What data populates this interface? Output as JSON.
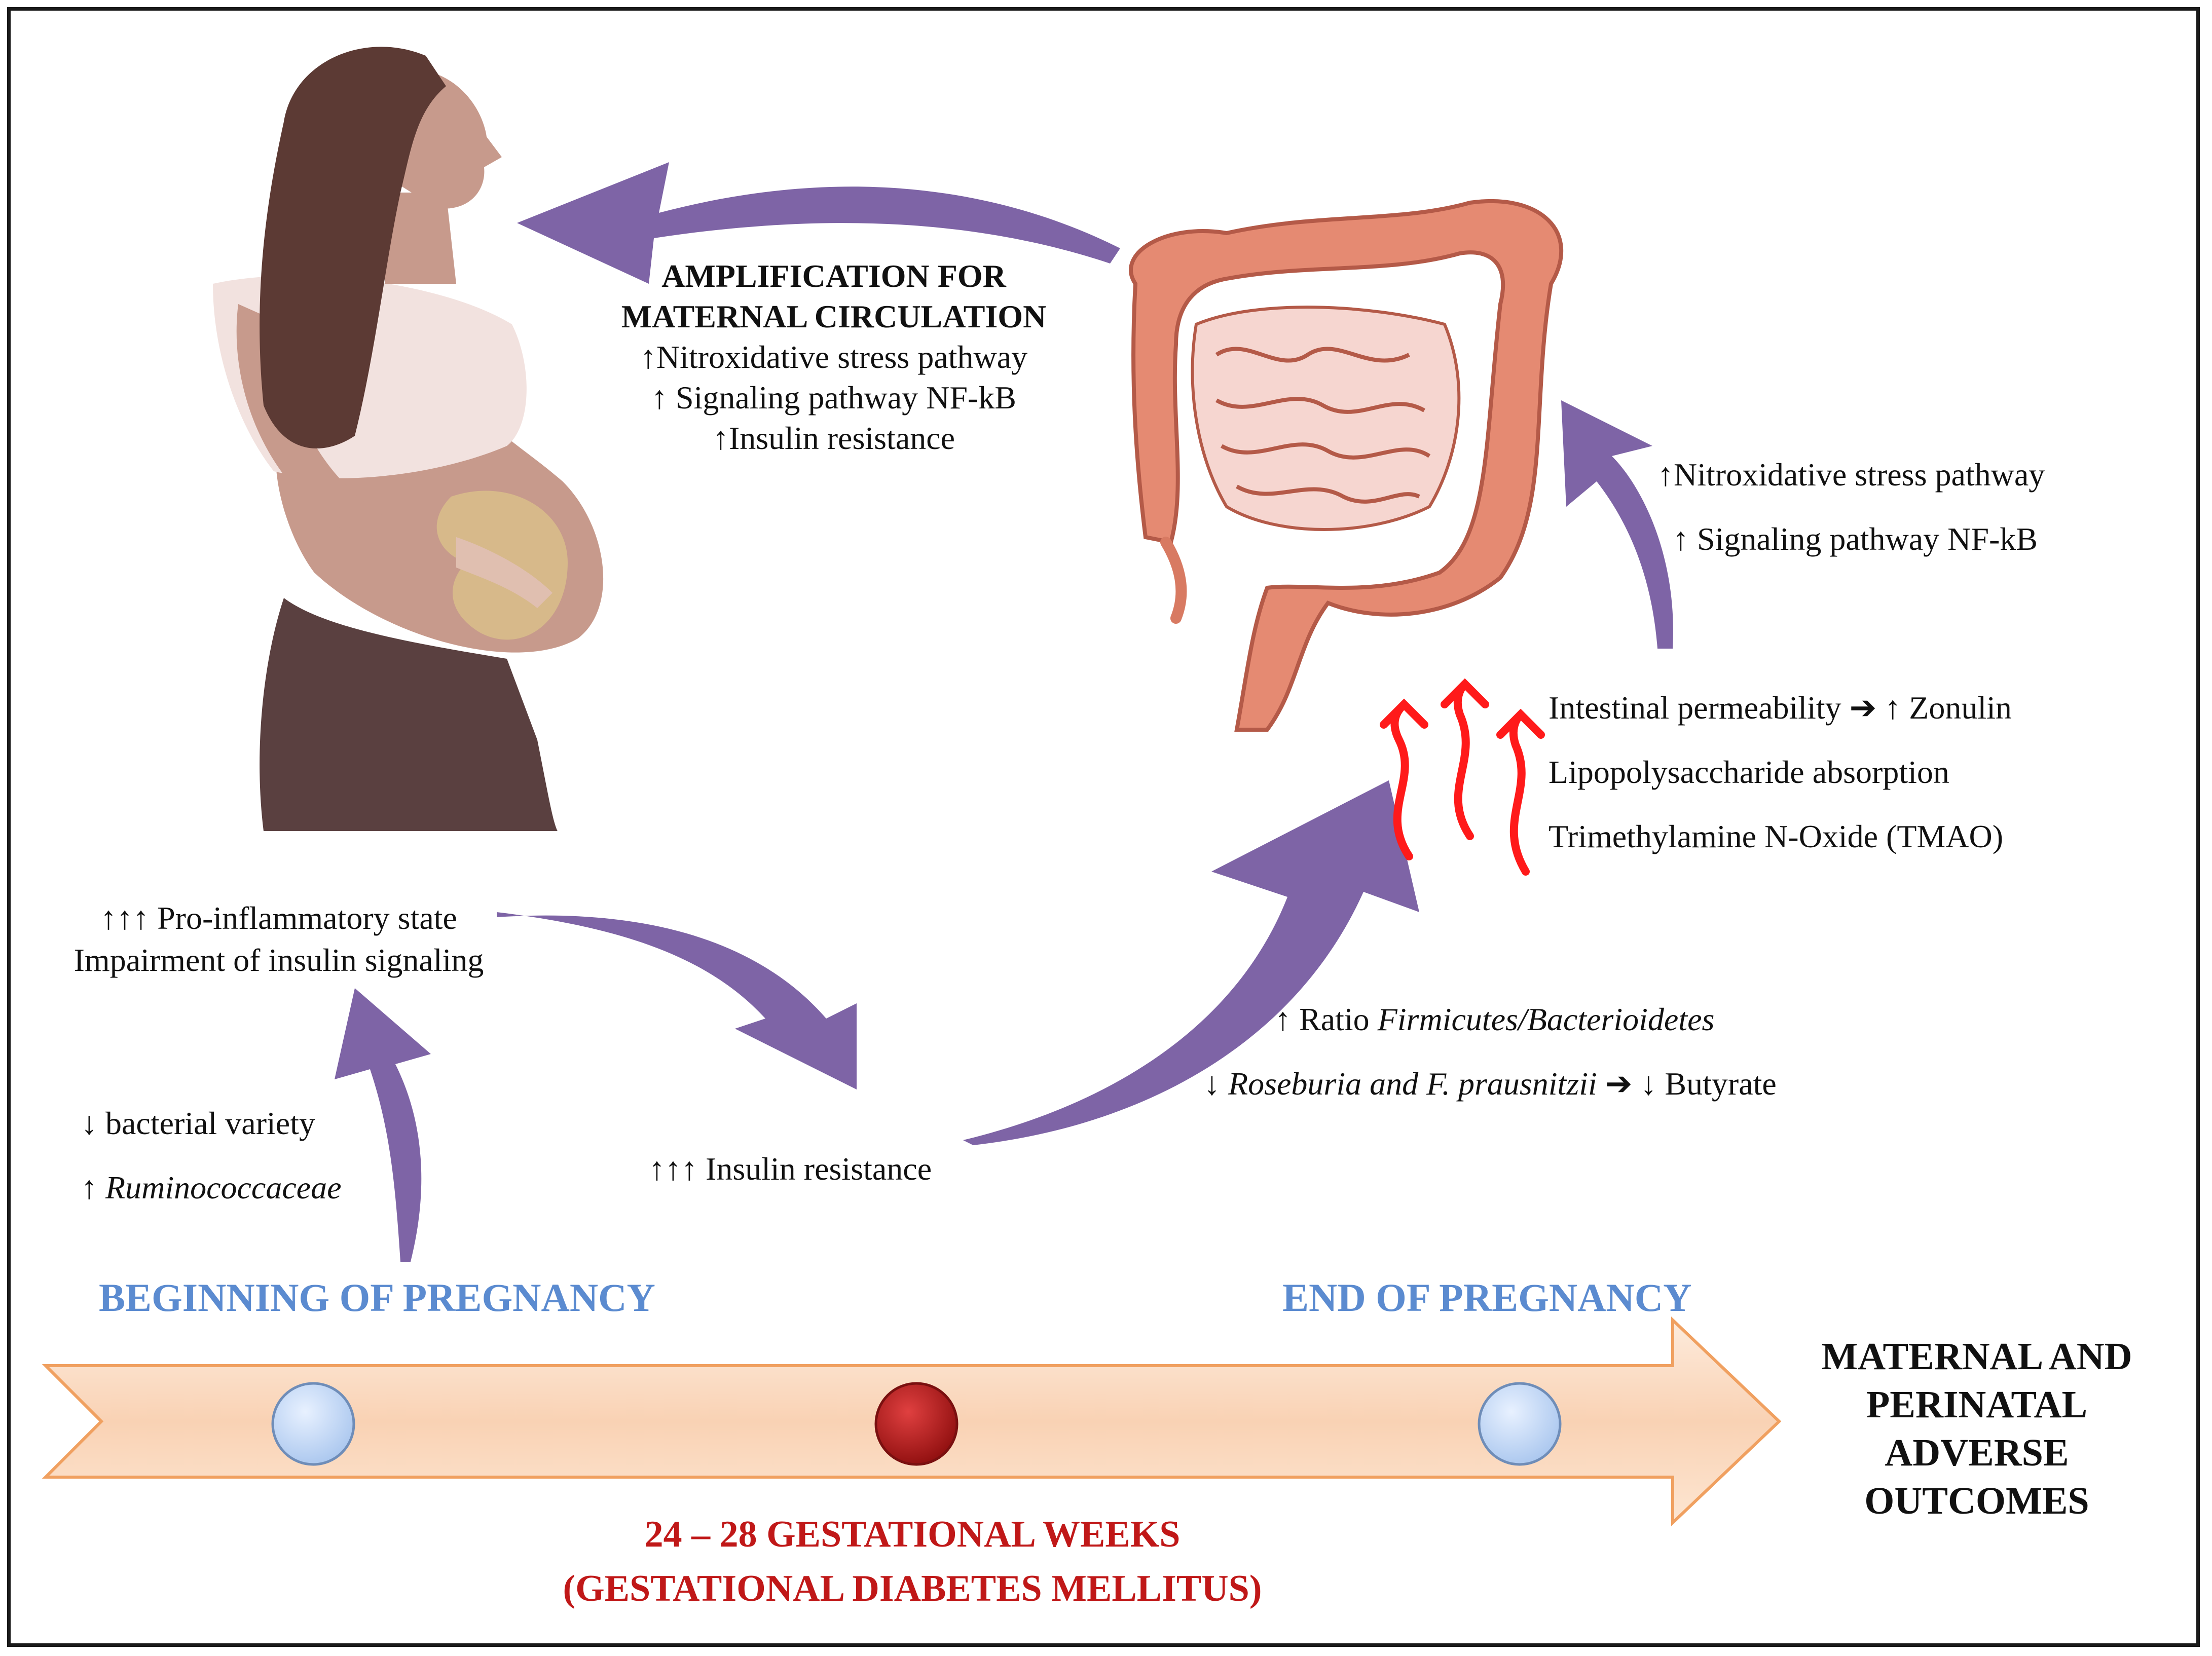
{
  "woman_figure": {
    "label": "pregnant-woman-illustration"
  },
  "intestine_figure": {
    "label": "intestine-illustration"
  },
  "amplification": {
    "title1": "AMPLIFICATION FOR",
    "title2": "MATERNAL CIRCULATION",
    "l1": "↑Nitroxidative  stress pathway",
    "l2": "↑ Signaling pathway NF-kB",
    "l3": "↑Insulin resistance"
  },
  "right_upper": {
    "l1": "↑Nitroxidative  stress pathway",
    "l2": "↑  Signaling  pathway NF-kB"
  },
  "right_mid": {
    "l1a": "Intestinal permeability",
    "l1arrow": "➔",
    "l1b": "↑ Zonulin",
    "l2": "Lipopolysaccharide absorption",
    "l3": "Trimethylamine N-Oxide (TMAO)"
  },
  "left_mid": {
    "l1": "↑↑↑ Pro-inflammatory state",
    "l2": "Impairment of insulin signaling"
  },
  "left_low": {
    "l1": "↓ bacterial variety",
    "l2a": "↑ ",
    "l2b": "Ruminococcaceae"
  },
  "center_low": {
    "l1": "↑↑↑ Insulin resistance"
  },
  "ratio": {
    "l1a": "↑ Ratio ",
    "l1b": "Firmicutes/Bacterioidetes",
    "l2a": "↓ ",
    "l2b": "Roseburia and F. prausnitzii",
    "l2c": "  ➔ ↓ Butyrate"
  },
  "timeline": {
    "begin": "BEGINNING  OF PREGNANCY",
    "end": "END OF PREGNANCY",
    "weeks": "24 – 28 GESTATIONAL  WEEKS",
    "gdm": "(GESTATIONAL  DIABETES  MELLITUS)",
    "outcome1": "MATERNAL AND",
    "outcome2": "PERINATAL",
    "outcome3": "ADVERSE",
    "outcome4": "OUTCOMES"
  },
  "colors": {
    "purple_arrow": "#7e64a6",
    "timeline_fill": "#fbdcc4",
    "timeline_stroke": "#f0a060",
    "blue_dot": "#c6daf7",
    "red_dot": "#b81c1c",
    "red_wave": "#ff1a1a",
    "heading_blue": "#5b8bd0",
    "heading_red": "#c01818"
  }
}
